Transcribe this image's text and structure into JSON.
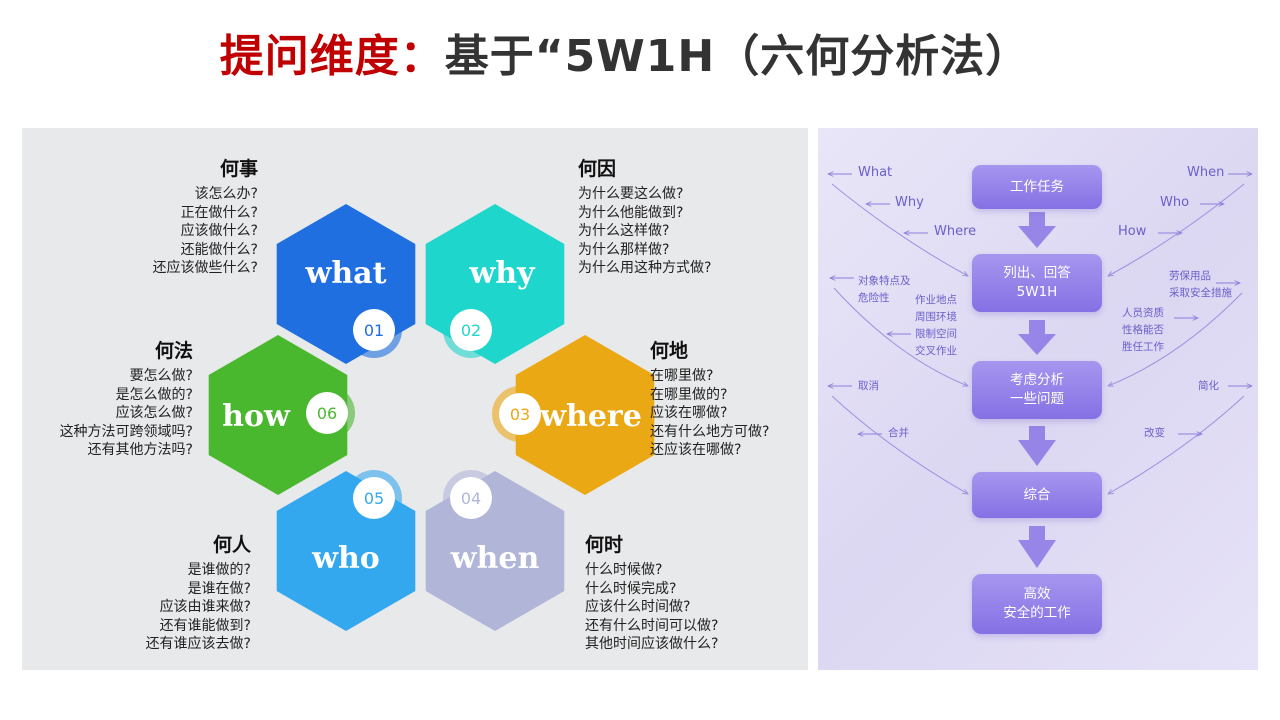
{
  "title": {
    "prefix": "提问维度：",
    "main": "基于“5W1H（六何分析法）"
  },
  "hexagons": [
    {
      "word": "what",
      "num": "01",
      "color": "#1f6fe0"
    },
    {
      "word": "why",
      "num": "02",
      "color": "#1fd6cc"
    },
    {
      "word": "where",
      "num": "03",
      "color": "#eba815"
    },
    {
      "word": "when",
      "num": "04",
      "color": "#b1b5d8"
    },
    {
      "word": "who",
      "num": "05",
      "color": "#33a8ef"
    },
    {
      "word": "how",
      "num": "06",
      "color": "#4ab82e"
    }
  ],
  "questions": {
    "what": {
      "head": "何事",
      "lines": [
        "该怎么办?",
        "正在做什么?",
        "应该做什么?",
        "还能做什么?",
        "还应该做些什么?"
      ]
    },
    "why": {
      "head": "何因",
      "lines": [
        "为什么要这么做?",
        "为什么他能做到?",
        "为什么这样做?",
        "为什么那样做?",
        "为什么用这种方式做?"
      ]
    },
    "how": {
      "head": "何法",
      "lines": [
        "要怎么做?",
        "是怎么做的?",
        "应该怎么做?",
        "这种方法可跨领域吗?",
        "还有其他方法吗?"
      ]
    },
    "where": {
      "head": "何地",
      "lines": [
        "在哪里做?",
        "在哪里做的?",
        "应该在哪做?",
        "还有什么地方可做?",
        "还应该在哪做?"
      ]
    },
    "who": {
      "head": "何人",
      "lines": [
        "是谁做的?",
        "是谁在做?",
        "应该由谁来做?",
        "还有谁能做到?",
        "还有谁应该去做?"
      ]
    },
    "when": {
      "head": "何时",
      "lines": [
        "什么时候做?",
        "什么时候完成?",
        "应该什么时间做?",
        "还有什么时间可以做?",
        "其他时间应该做什么?"
      ]
    }
  },
  "flow": {
    "steps": [
      [
        "工作任务"
      ],
      [
        "列出、回答",
        "5W1H"
      ],
      [
        "考虑分析",
        "一些问题"
      ],
      [
        "综合"
      ],
      [
        "高效",
        "安全的工作"
      ]
    ],
    "left_labels": [
      "What",
      "Why",
      "Where"
    ],
    "right_labels": [
      "When",
      "Who",
      "How"
    ],
    "left_notes": {
      "object": [
        "对象特点及",
        "危险性"
      ],
      "site": [
        "作业地点",
        "周围环境",
        "限制空间",
        "交叉作业"
      ],
      "cancel": "取消",
      "merge": "合并"
    },
    "right_notes": {
      "ppe": [
        "劳保用品",
        "采取安全措施"
      ],
      "person": [
        "人员资质",
        "性格能否",
        "胜任工作"
      ],
      "simplify": "简化",
      "change": "改变"
    }
  }
}
